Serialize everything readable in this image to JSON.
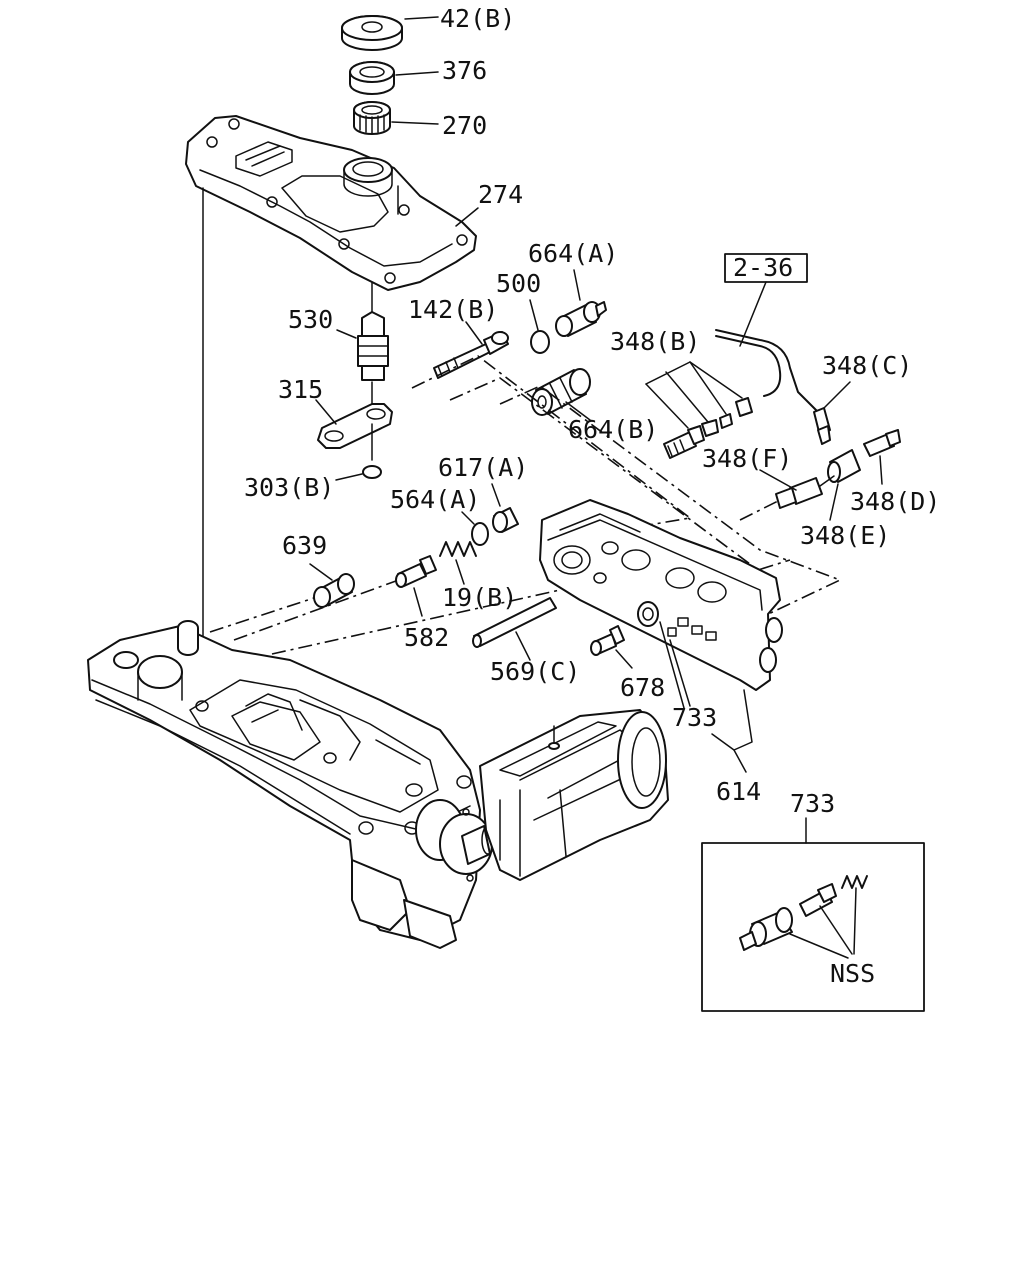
{
  "labels": {
    "l42b": "42(B)",
    "l376": "376",
    "l270": "270",
    "l274": "274",
    "l664a": "664(A)",
    "l500": "500",
    "l530": "530",
    "l142b": "142(B)",
    "l348b": "348(B)",
    "l348c": "348(C)",
    "l315": "315",
    "l664b": "664(B)",
    "l348f": "348(F)",
    "l303b": "303(B)",
    "l617a": "617(A)",
    "l564a": "564(A)",
    "l348d": "348(D)",
    "l348e": "348(E)",
    "l639": "639",
    "l19b": "19(B)",
    "l582": "582",
    "l569c": "569(C)",
    "l678": "678",
    "l733": "733",
    "l614": "614",
    "l733inset": "733",
    "lnss": "NSS"
  },
  "reference_box": "2-36"
}
